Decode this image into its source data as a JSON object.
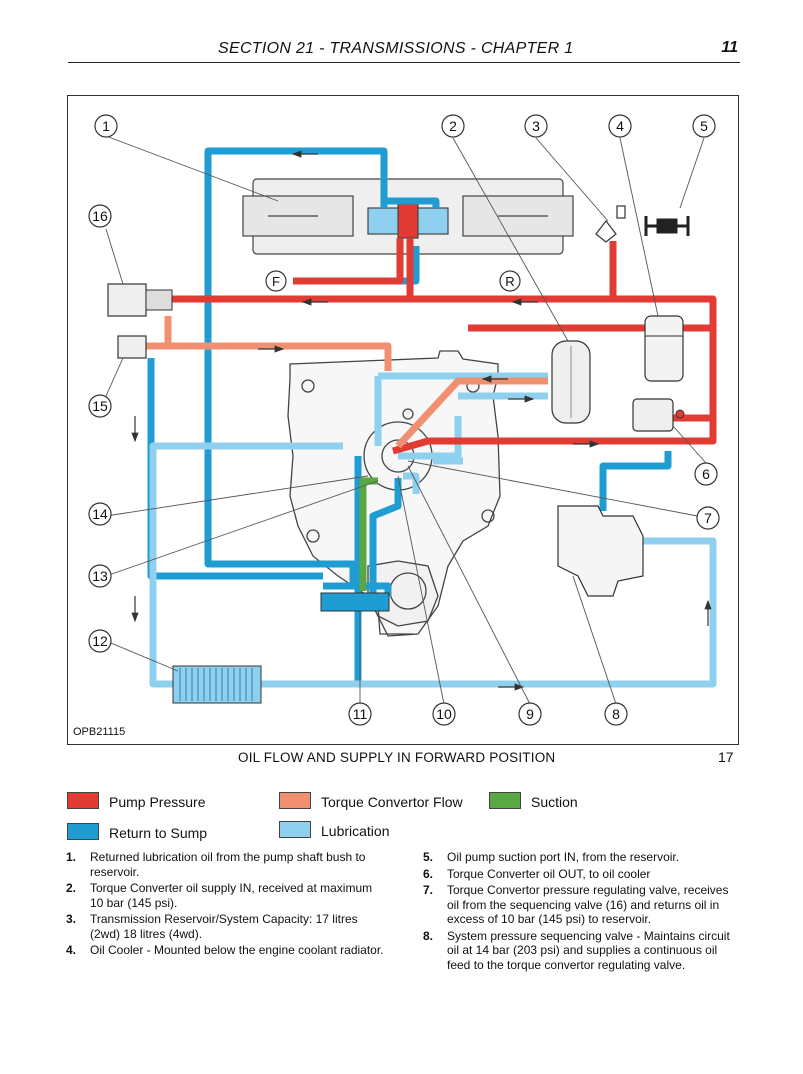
{
  "header": {
    "title": "SECTION 21 - TRANSMISSIONS - CHAPTER 1",
    "page": "11"
  },
  "figure": {
    "id": "OPB21115",
    "caption": "OIL FLOW AND SUPPLY IN FORWARD POSITION",
    "number": "17",
    "callouts": [
      "1",
      "2",
      "3",
      "4",
      "5",
      "6",
      "7",
      "8",
      "9",
      "10",
      "11",
      "12",
      "13",
      "14",
      "15",
      "16"
    ],
    "direction_labels": {
      "forward": "F",
      "reverse": "R"
    }
  },
  "legend": {
    "pump_pressure": {
      "label": "Pump Pressure",
      "color": "#e23b34"
    },
    "torque_convertor_flow": {
      "label": "Torque Convertor Flow",
      "color": "#f09070"
    },
    "suction": {
      "label": "Suction",
      "color": "#5aa843"
    },
    "return_to_sump": {
      "label": "Return to Sump",
      "color": "#1f9dd3"
    },
    "lubrication": {
      "label": "Lubrication",
      "color": "#8fd0ee"
    }
  },
  "notes_left": [
    {
      "num": "1.",
      "text": "Returned lubrication oil from the pump shaft bush to reservoir."
    },
    {
      "num": "2.",
      "text": "Torque Converter oil supply IN, received at maximum 10 bar (145 psi)."
    },
    {
      "num": "3.",
      "text": "Transmission Reservoir/System Capacity: 17 litres (2wd) 18 litres (4wd)."
    },
    {
      "num": "4.",
      "text": "Oil Cooler - Mounted below the engine coolant radiator."
    }
  ],
  "notes_right": [
    {
      "num": "5.",
      "text": "Oil pump suction port IN, from the reservoir."
    },
    {
      "num": "6.",
      "text": "Torque Converter oil OUT, to oil cooler"
    },
    {
      "num": "7.",
      "text": "Torque Convertor pressure regulating valve, receives oil from the sequencing valve (16) and returns oil in excess of 10 bar (145 psi) to reservoir."
    },
    {
      "num": "8.",
      "text": "System pressure sequencing valve - Maintains circuit oil at 14 bar (203 psi) and supplies a continuous oil feed to the torque convertor regulating valve."
    }
  ]
}
